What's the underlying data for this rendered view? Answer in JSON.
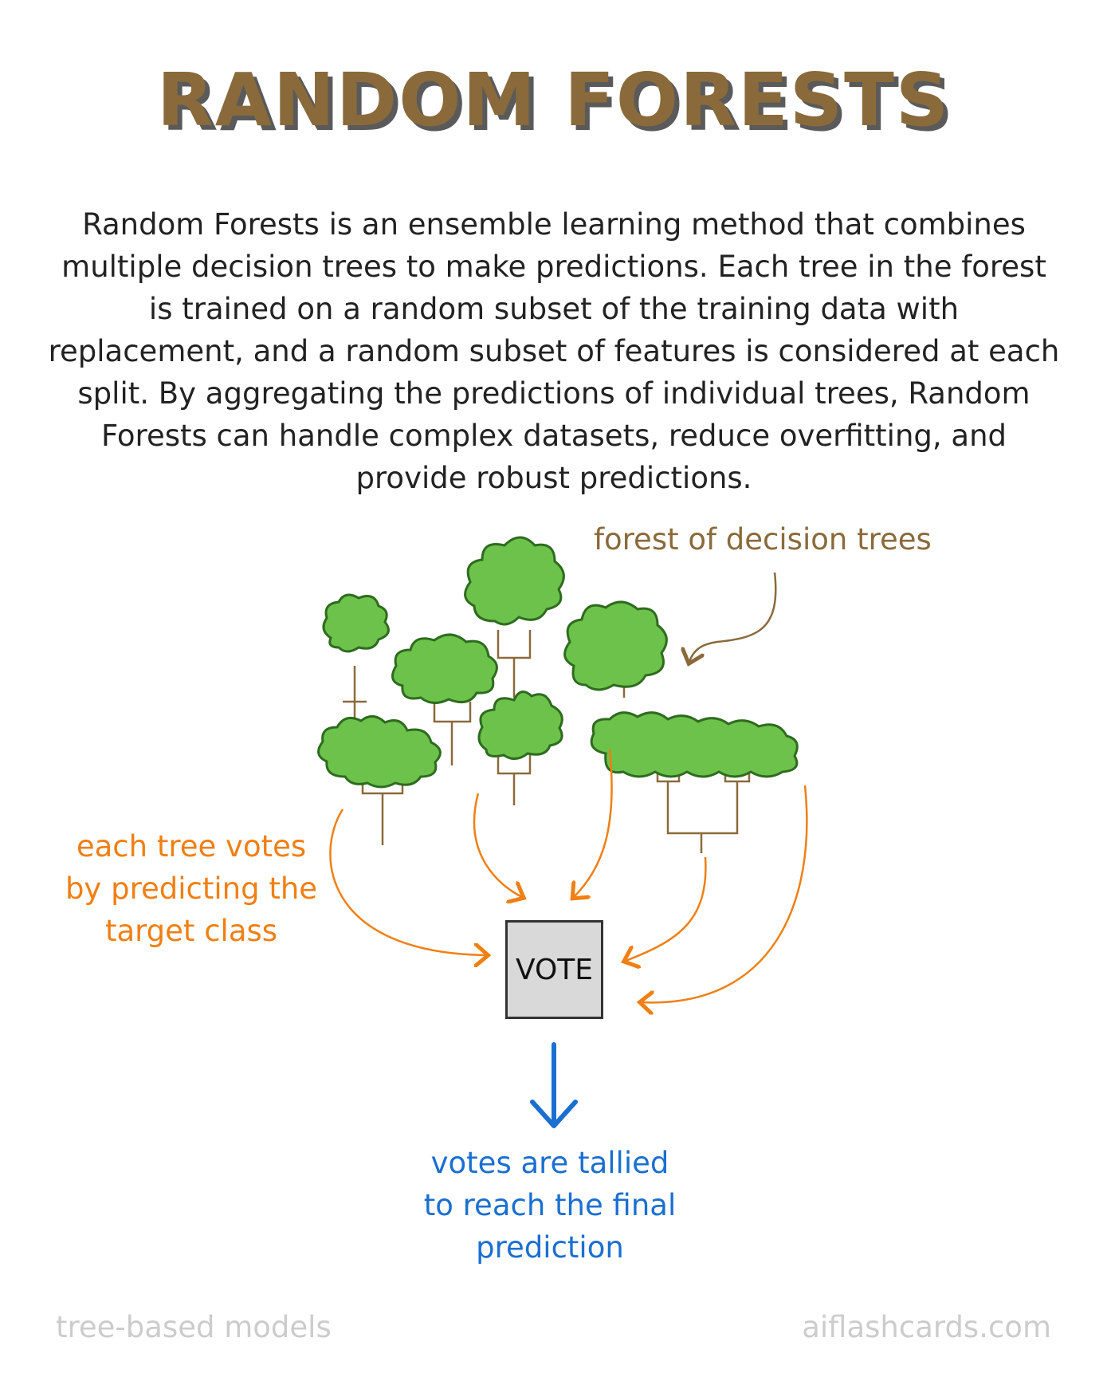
{
  "title": "RANDOM FORESTS",
  "description": "Random Forests is an ensemble learning method that combines multiple decision trees to make predictions. Each tree in the forest is trained on a random subset of the training data with replacement, and a random subset of features is considered at each split. By aggregating the predictions of individual trees, Random Forests can handle complex datasets, reduce overfitting, and provide robust predictions.",
  "labels": {
    "forest": "forest of decision trees",
    "each_tree_votes": "each tree votes by predicting the target class",
    "vote_box": "VOTE",
    "tallied": "votes are tallied to reach the final prediction"
  },
  "footer": {
    "left": "tree-based models",
    "right": "aiflashcards.com"
  },
  "colors": {
    "title": "#8a6a3b",
    "forest_label": "#8a6a3b",
    "vote_label": "#f07f14",
    "tally_label": "#1a6fd1",
    "tree_fill": "#6cc24a",
    "tree_outline": "#2e6b1f",
    "trunk": "#8a6a3b",
    "footer": "#cccccc"
  }
}
